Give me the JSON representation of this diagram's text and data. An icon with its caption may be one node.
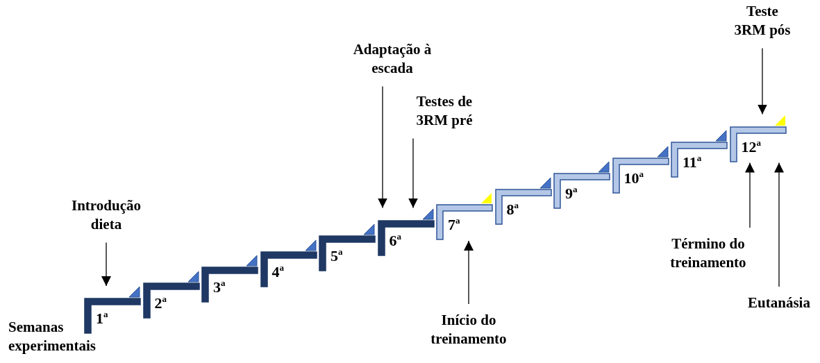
{
  "diagram": {
    "nodes": [
      {
        "text": [
          "1$^{a}$"
        ]
      },
      {
        "text": [
          "2$^{a}$"
        ]
      },
      {
        "text": [
          "3$^{a}$"
        ]
      },
      {
        "text": [
          "4$^{a}$"
        ]
      },
      {
        "text": [
          "5$^{a}$"
        ]
      },
      {
        "text": [
          "6$^{a}$"
        ]
      },
      {
        "text": [
          "7$^{a}$"
        ]
      },
      {
        "text": [
          "8$^{a}$"
        ]
      },
      {
        "text": [
          "9$^{a}$"
        ]
      },
      {
        "text": [
          "10$^{a}$"
        ]
      },
      {
        "text": [
          "11$^{a}$"
        ]
      },
      {
        "text": [
          "12$^{a}$"
        ]
      },
      {
        "text": [
          "Introdução dieta"
        ]
      },
      {
        "text": [
          "Adaptação à escada"
        ]
      },
      {
        "text": [
          "Testes de 3RM pré"
        ]
      },
      {
        "text": [
          "Início do treinamento"
        ]
      },
      {
        "text": [
          "Término do treinamento"
        ]
      },
      {
        "text": [
          "Eutanásia"
        ]
      },
      {
        "text": [
          "Teste 3RM pós"
        ]
      }
    ],
    "edges": [
      {
        "from": 12,
        "to": 0,
        "arrow": "to"
      },
      {
        "from": 13,
        "to": 5,
        "arrow": "to"
      },
      {
        "from": 14,
        "to": 5,
        "arrow": "to"
      },
      {
        "from": 15,
        "to": 6,
        "arrow": "to"
      },
      {
        "from": 16,
        "to": 11,
        "arrow": "to"
      },
      {
        "from": 17,
        "to": 11,
        "arrow": "to"
      },
      {
        "from": 18,
        "to": 11,
        "arrow": "to"
      }
    ],
    "labels": [
      "Semanas experimentais"
    ]
  }
}
